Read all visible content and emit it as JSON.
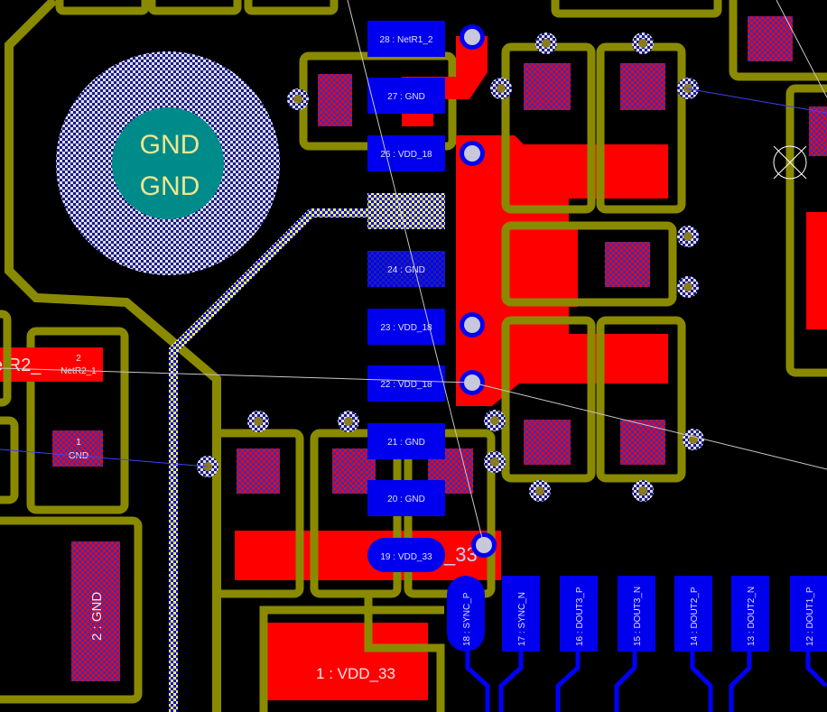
{
  "colors": {
    "background": "#000000",
    "silkscreen": "#8a8a00",
    "top_copper": "#ff0000",
    "bottom_copper": "#0000ff",
    "pad_blue": "#0000ee",
    "via_ring": "#c8c8dc",
    "ratsnest": "#c8c8c8",
    "gnd_circle": "#008b8b",
    "gnd_text": "#f0e68c"
  },
  "mounting_hole": {
    "net_top": "GND",
    "net_bottom": "GND"
  },
  "ic_pads_left": [
    {
      "id": "pad-28",
      "label": "28 : NetR1_2"
    },
    {
      "id": "pad-27",
      "label": "27 : GND"
    },
    {
      "id": "pad-26",
      "label": "26 : VDD_18"
    },
    {
      "id": "pad-25",
      "label": ""
    },
    {
      "id": "pad-24",
      "label": "24 : GND"
    },
    {
      "id": "pad-23",
      "label": "23 : VDD_18"
    },
    {
      "id": "pad-22",
      "label": "22 : VDD_18"
    },
    {
      "id": "pad-21",
      "label": "21 : GND"
    },
    {
      "id": "pad-20",
      "label": "20 : GND"
    },
    {
      "id": "pad-19",
      "label": "19 : VDD_33"
    }
  ],
  "ic_pads_bottom": [
    {
      "id": "pad-18",
      "label": "18 : SYNC_P"
    },
    {
      "id": "pad-17",
      "label": "17 : SYNC_N"
    },
    {
      "id": "pad-16",
      "label": "16 : DOUT3_P"
    },
    {
      "id": "pad-15",
      "label": "15 : DOUT3_N"
    },
    {
      "id": "pad-14",
      "label": "14 : DOUT2_P"
    },
    {
      "id": "pad-13",
      "label": "13 : DOUT2_N"
    },
    {
      "id": "pad-12",
      "label": "12 : DOUT1_P"
    }
  ],
  "other_labels": {
    "net_vdd33_fragment": "_33",
    "resistor_net_big": "etR2_",
    "resistor_pad2_num": "2",
    "resistor_pad2_net": "NetR2_1",
    "resistor_pad1_num": "1",
    "resistor_pad1_net": "GND",
    "cap_left_pad": "2 : GND",
    "big_pad_bottom": "1 : VDD_33"
  }
}
